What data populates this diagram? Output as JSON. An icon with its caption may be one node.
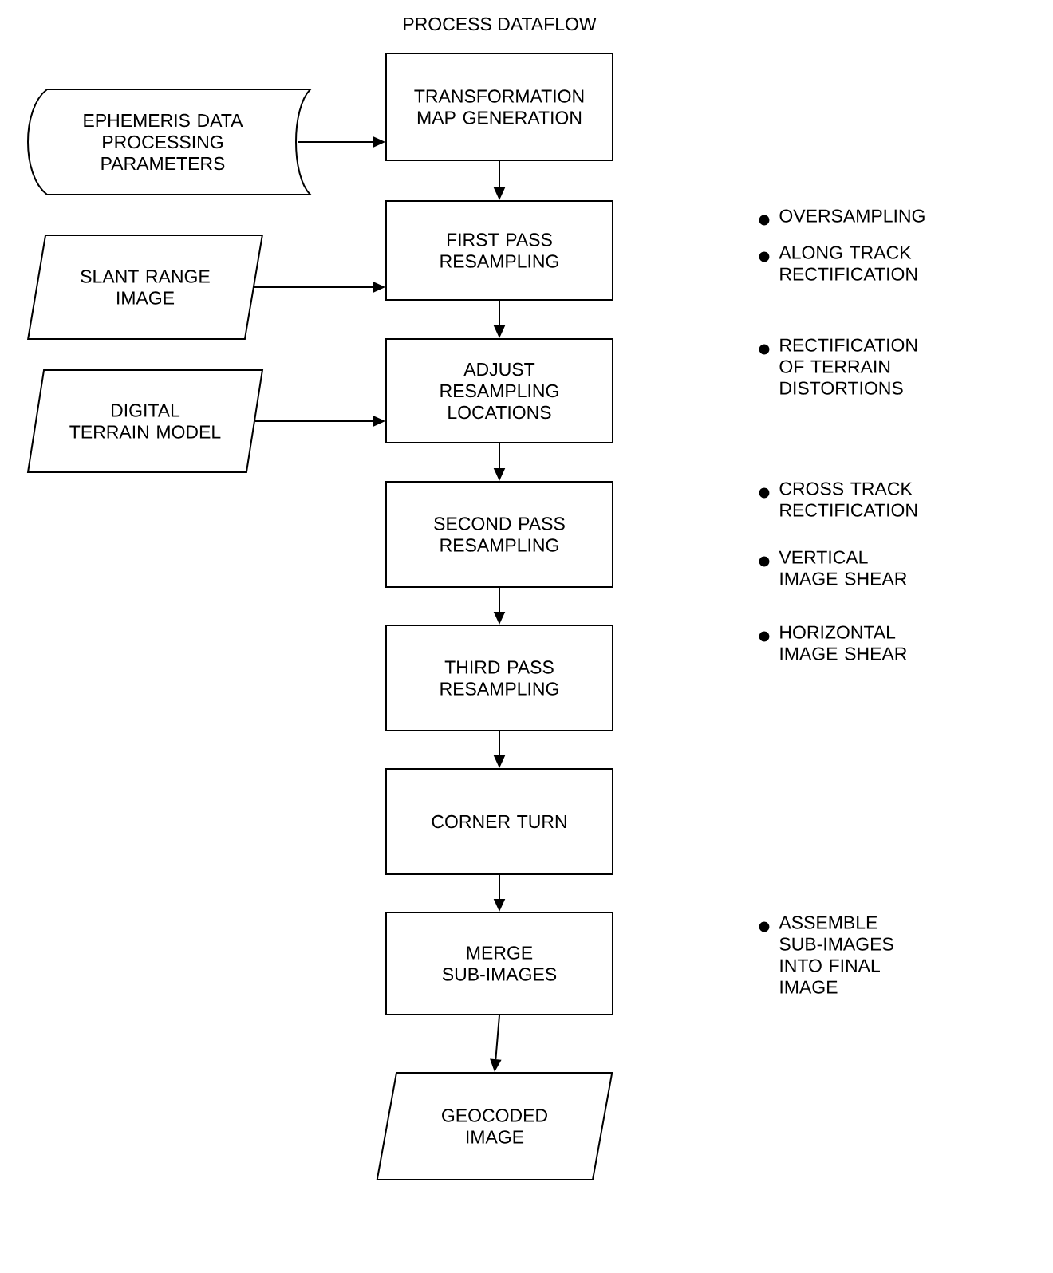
{
  "diagram": {
    "title": "PROCESS DATAFLOW",
    "nodes": [
      {
        "text": [
          "EPHEMERIS DATA PROCESSING PARAMETERS"
        ]
      },
      {
        "text": [
          "TRANSFORMATION MAP GENERATION"
        ]
      },
      {
        "text": [
          "SLANT RANGE IMAGE"
        ]
      },
      {
        "text": [
          "FIRST PASS RESAMPLING"
        ]
      },
      {
        "text": [
          "DIGITAL TERRAIN MODEL"
        ]
      },
      {
        "text": [
          "ADJUST RESAMPLING LOCATIONS"
        ]
      },
      {
        "text": [
          "SECOND PASS RESAMPLING"
        ]
      },
      {
        "text": [
          "THIRD PASS RESAMPLING"
        ]
      },
      {
        "text": [
          "CORNER TURN"
        ]
      },
      {
        "text": [
          "MERGE SUB-IMAGES"
        ]
      },
      {
        "text": [
          "GEOCODED IMAGE"
        ]
      }
    ],
    "edges": [
      {
        "from": 0,
        "to": 1,
        "arrow": "to"
      },
      {
        "from": 1,
        "to": 3,
        "arrow": "to"
      },
      {
        "from": 2,
        "to": 3,
        "arrow": "to"
      },
      {
        "from": 3,
        "to": 5,
        "arrow": "to"
      },
      {
        "from": 4,
        "to": 5,
        "arrow": "to"
      },
      {
        "from": 5,
        "to": 6,
        "arrow": "to"
      },
      {
        "from": 6,
        "to": 7,
        "arrow": "to"
      },
      {
        "from": 7,
        "to": 8,
        "arrow": "to"
      },
      {
        "from": 8,
        "to": 9,
        "arrow": "to"
      },
      {
        "from": 9,
        "to": 10,
        "arrow": "to"
      }
    ],
    "labels": [
      "OVERSAMPLING",
      "ALONG TRACK RECTIFICATION",
      "RECTIFICATION OF TERRAIN DISTORTIONS",
      "CROSS TRACK RECTIFICATION",
      "VERTICAL IMAGE SHEAR",
      "HORIZONTAL IMAGE SHEAR",
      "ASSEMBLE SUB-IMAGES INTO FINAL IMAGE"
    ]
  }
}
